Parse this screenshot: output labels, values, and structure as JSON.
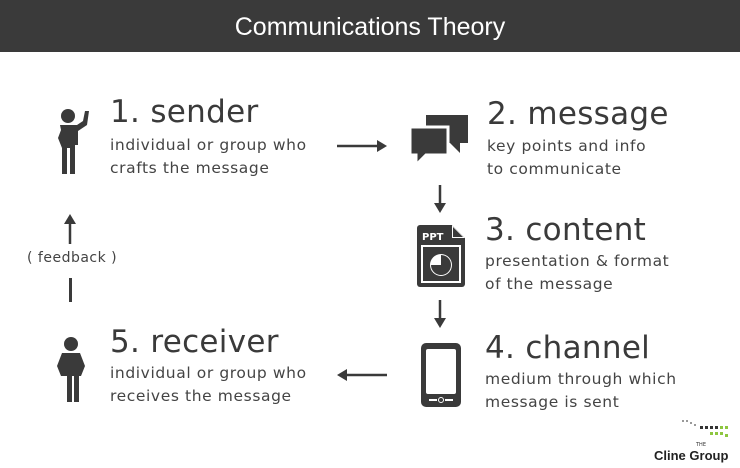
{
  "title": "Communications Theory",
  "steps": [
    {
      "title": "1. sender",
      "line1": "individual or group who",
      "line2": "crafts the message"
    },
    {
      "title": "2. message",
      "line1": "key points and info",
      "line2": "to communicate"
    },
    {
      "title": "3. content",
      "line1": "presentation & format",
      "line2": "of the message",
      "icon_text": "PPT"
    },
    {
      "title": "4. channel",
      "line1": "medium through which",
      "line2": "message is sent"
    },
    {
      "title": "5. receiver",
      "line1": "individual or group who",
      "line2": "receives the message"
    }
  ],
  "feedback": "( feedback )",
  "logo": {
    "small": "THE",
    "name": "Cline Group"
  },
  "colors": {
    "bar": "#3a3a3a",
    "ink": "#3a3a3a",
    "logo_green": "#8dc63f"
  }
}
